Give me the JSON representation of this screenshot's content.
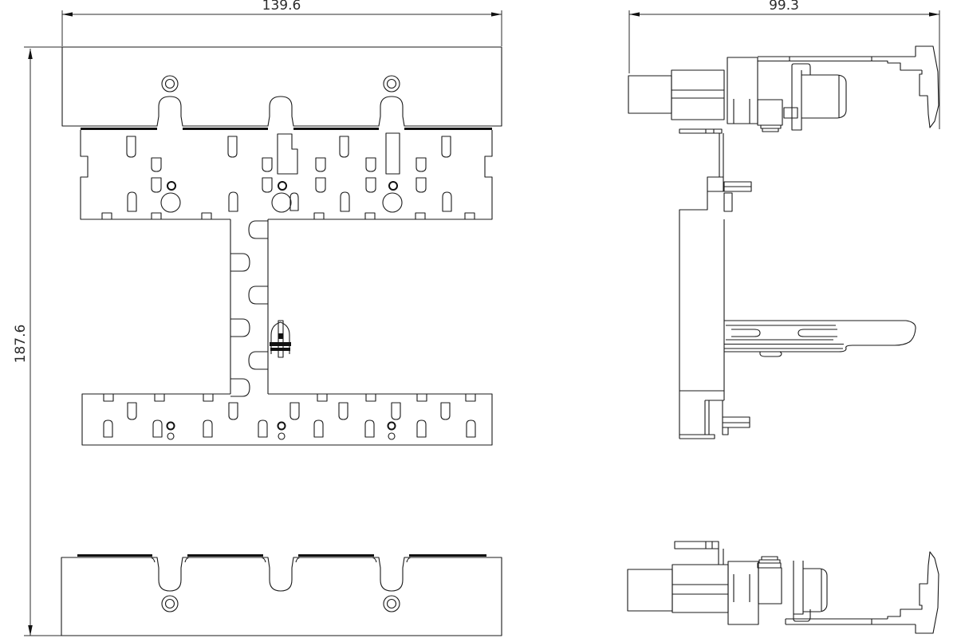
{
  "drawing": {
    "background": "#ffffff",
    "line_color": "#1a1a1a",
    "dimensions": {
      "front_width": "139.6",
      "front_height": "187.6",
      "side_width": "99.3"
    }
  }
}
